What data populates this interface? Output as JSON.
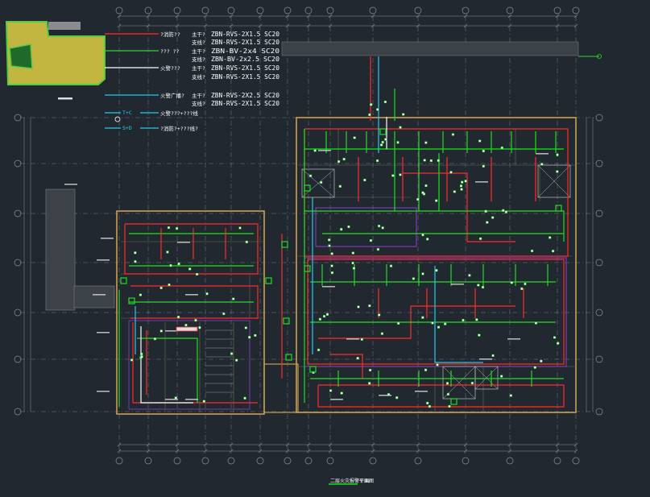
{
  "legend": {
    "rows": [
      {
        "key": "legend-row-1",
        "color": "#ff2a2a",
        "name": "?消防??",
        "sub": "主干?",
        "spec": "ZBN-RVS-2X1.5  SC20"
      },
      {
        "key": "legend-row-2",
        "color": "#ff2a2a",
        "name": "",
        "sub": "支线?",
        "spec": "ZBN-RVS-2X1.5  SC20"
      },
      {
        "key": "legend-row-3",
        "color": "#22dd22",
        "name": "??? ??",
        "sub": "主干?",
        "spec": "ZBN-BV-2x4    SC20"
      },
      {
        "key": "legend-row-4",
        "color": "#22dd22",
        "name": "",
        "sub": "支线?",
        "spec": "ZBN-BV-2x2.5  SC20"
      },
      {
        "key": "legend-row-5",
        "color": "#ffffff",
        "name": "火警???",
        "sub": "主干?",
        "spec": "ZBN-RVS-2X1.5  SC20"
      },
      {
        "key": "legend-row-6",
        "color": "#ffffff",
        "name": "",
        "sub": "支线?",
        "spec": "ZBN-RVS-2X1.5  SC20"
      },
      {
        "key": "legend-row-7",
        "color": "#22ccee",
        "name": "火警广播?",
        "sub": "主干?",
        "spec": "ZBN-RVS-2X2.5  SC20"
      },
      {
        "key": "legend-row-8",
        "color": "#22ccee",
        "name": "",
        "sub": "支线?",
        "spec": "ZBN-RVS-2X1.5  SC20"
      }
    ],
    "extra": [
      {
        "key": "legend-extra-1",
        "color": "#22ccee",
        "code": "T+C",
        "name": "火警???+???线"
      },
      {
        "key": "legend-extra-2",
        "color": "#22ccee",
        "code": "S+D",
        "name": "?消防?+???线?"
      }
    ]
  },
  "drawing": {
    "title": "二层火灾报警平面图",
    "scale": "1:100",
    "colors": {
      "background": "#212830",
      "wall": "#c8a050",
      "fire_bus": "#ff2a2a",
      "power": "#22dd22",
      "broadcast": "#22ccee",
      "signal": "#ffffff",
      "zone": "#8a3fd0",
      "grid": "#8a929a",
      "device": "#ffffff"
    }
  }
}
